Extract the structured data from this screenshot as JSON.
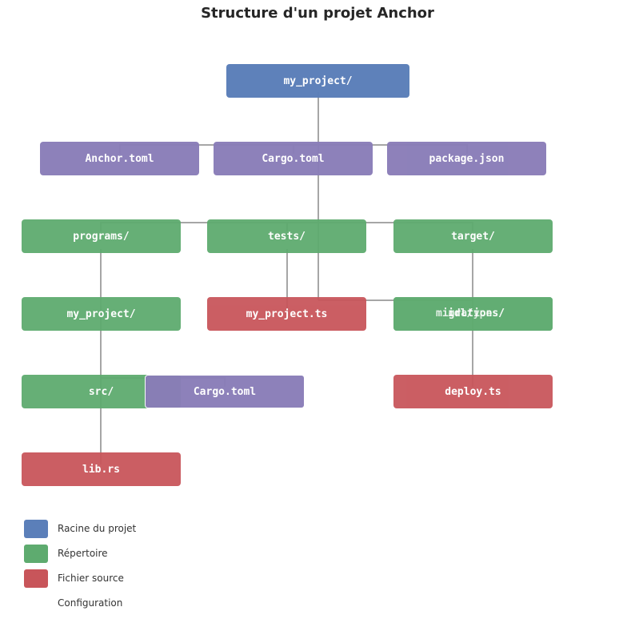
{
  "title": "Structure d'un projet Anchor",
  "nodes": {
    "root": "my_project/",
    "anchor_toml": "Anchor.toml",
    "cargo_toml": "Cargo.toml",
    "package_json": "package.json",
    "programs": "programs/",
    "tests": "tests/",
    "target": "target/",
    "my_project_dir": "my_project/",
    "my_project_ts": "my_project.ts",
    "idl": "idl/",
    "types": "types/",
    "migrations": "migrations/",
    "src": "src/",
    "cargo_toml_inner": "Cargo.toml",
    "deploy_ts": "deploy.ts",
    "lib_rs": "lib.rs"
  },
  "legend": [
    {
      "label": "Racine du projet",
      "color": "#5b7fb9"
    },
    {
      "label": "Répertoire",
      "color": "#5eab6f"
    },
    {
      "label": "Fichier source",
      "color": "#c8555a"
    },
    {
      "label": "Configuration",
      "color": "#ffffff"
    }
  ],
  "colors": {
    "root": "#5b7fb9",
    "config": "#8a7db8",
    "directory": "#5eab6f",
    "source": "#c8555a",
    "connector": "#a6a6a6"
  }
}
